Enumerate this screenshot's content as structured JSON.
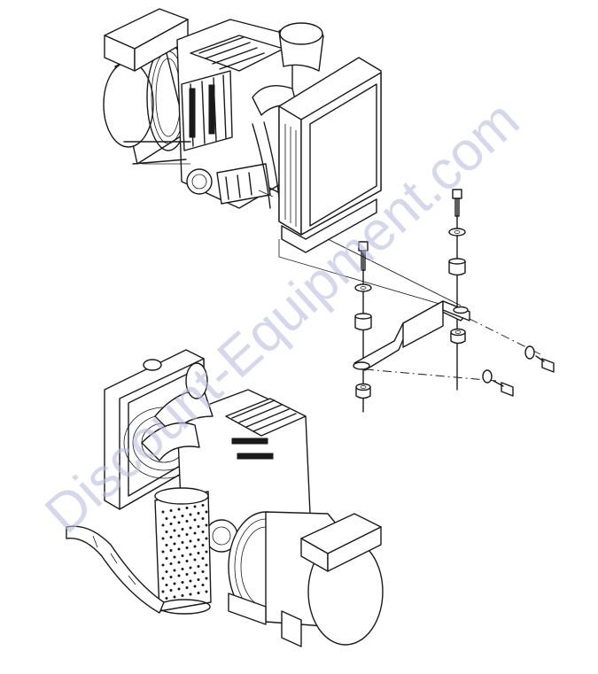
{
  "watermark": {
    "text": "Discount-Equipment.com",
    "color": "#b9bce0"
  },
  "diagram": {
    "type": "exploded-parts-view",
    "views": [
      "engine-generator-top",
      "mounting-hardware-exploded",
      "engine-generator-bottom"
    ],
    "line_color": "#1a1a1a",
    "background": "#ffffff"
  }
}
